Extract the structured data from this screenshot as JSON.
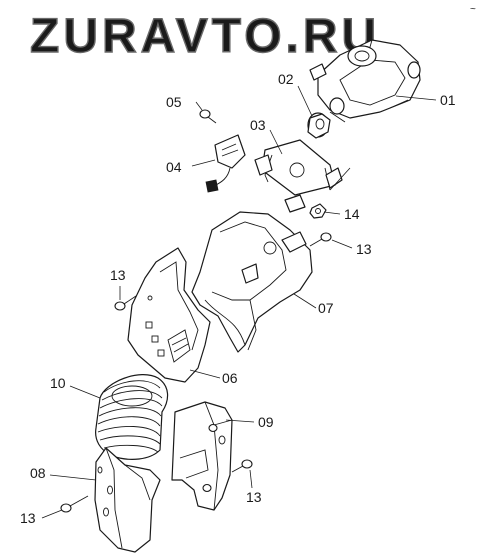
{
  "watermark": "ZURAVTO.RU",
  "corner_mark": "~",
  "labels": {
    "p01": "01",
    "p02": "02",
    "p03": "03",
    "p04": "04",
    "p05": "05",
    "p06": "06",
    "p07": "07",
    "p08": "08",
    "p09": "09",
    "p10": "10",
    "p13a": "13",
    "p13b": "13",
    "p13c": "13",
    "p13d": "13",
    "p14": "14"
  }
}
